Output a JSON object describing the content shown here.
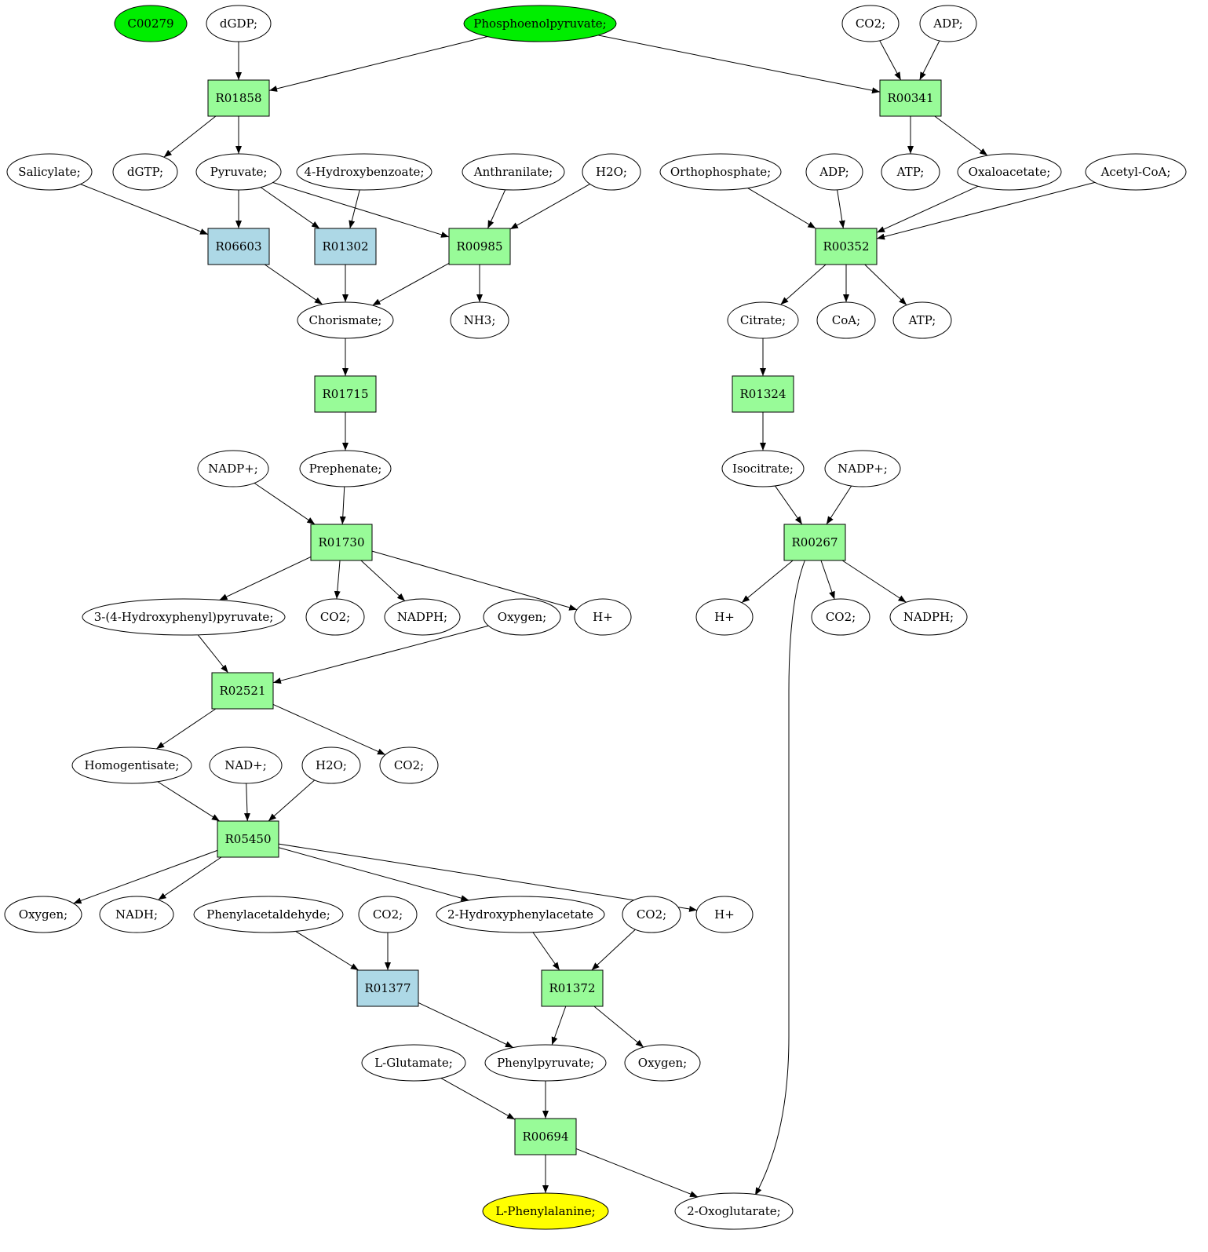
{
  "colors": {
    "compound": "#ffffff",
    "start": "#00ee00",
    "target": "#ffff00",
    "reaction_known": "#98fb98",
    "reaction_alt": "#add8e6",
    "stroke": "#000000"
  },
  "nodes": {
    "C00279": {
      "label": "C00279",
      "shape": "ellipse",
      "style": "start"
    },
    "dGDP": {
      "label": "dGDP;",
      "shape": "ellipse",
      "style": "compound"
    },
    "PEP": {
      "label": "Phosphoenolpyruvate;",
      "shape": "ellipse",
      "style": "start"
    },
    "CO2_top": {
      "label": "CO2;",
      "shape": "ellipse",
      "style": "compound"
    },
    "ADP_top": {
      "label": "ADP;",
      "shape": "ellipse",
      "style": "compound"
    },
    "R01858": {
      "label": "R01858",
      "shape": "rect",
      "style": "reaction_known"
    },
    "R00341": {
      "label": "R00341",
      "shape": "rect",
      "style": "reaction_known"
    },
    "Salicylate": {
      "label": "Salicylate;",
      "shape": "ellipse",
      "style": "compound"
    },
    "dGTP": {
      "label": "dGTP;",
      "shape": "ellipse",
      "style": "compound"
    },
    "Pyruvate": {
      "label": "Pyruvate;",
      "shape": "ellipse",
      "style": "compound"
    },
    "HB4": {
      "label": "4-Hydroxybenzoate;",
      "shape": "ellipse",
      "style": "compound"
    },
    "Anthranilate": {
      "label": "Anthranilate;",
      "shape": "ellipse",
      "style": "compound"
    },
    "H2O_1": {
      "label": "H2O;",
      "shape": "ellipse",
      "style": "compound"
    },
    "Orthophosphate": {
      "label": "Orthophosphate;",
      "shape": "ellipse",
      "style": "compound"
    },
    "ADP_2": {
      "label": "ADP;",
      "shape": "ellipse",
      "style": "compound"
    },
    "ATP_1": {
      "label": "ATP;",
      "shape": "ellipse",
      "style": "compound"
    },
    "Oxaloacetate": {
      "label": "Oxaloacetate;",
      "shape": "ellipse",
      "style": "compound"
    },
    "AcetylCoA": {
      "label": "Acetyl-CoA;",
      "shape": "ellipse",
      "style": "compound"
    },
    "R06603": {
      "label": "R06603",
      "shape": "rect",
      "style": "reaction_alt"
    },
    "R01302": {
      "label": "R01302",
      "shape": "rect",
      "style": "reaction_alt"
    },
    "R00985": {
      "label": "R00985",
      "shape": "rect",
      "style": "reaction_known"
    },
    "R00352": {
      "label": "R00352",
      "shape": "rect",
      "style": "reaction_known"
    },
    "Chorismate": {
      "label": "Chorismate;",
      "shape": "ellipse",
      "style": "compound"
    },
    "NH3": {
      "label": "NH3;",
      "shape": "ellipse",
      "style": "compound"
    },
    "Citrate": {
      "label": "Citrate;",
      "shape": "ellipse",
      "style": "compound"
    },
    "CoA": {
      "label": "CoA;",
      "shape": "ellipse",
      "style": "compound"
    },
    "ATP_2": {
      "label": "ATP;",
      "shape": "ellipse",
      "style": "compound"
    },
    "R01715": {
      "label": "R01715",
      "shape": "rect",
      "style": "reaction_known"
    },
    "R01324": {
      "label": "R01324",
      "shape": "rect",
      "style": "reaction_known"
    },
    "NADPp_1": {
      "label": "NADP+;",
      "shape": "ellipse",
      "style": "compound"
    },
    "Prephenate": {
      "label": "Prephenate;",
      "shape": "ellipse",
      "style": "compound"
    },
    "Isocitrate": {
      "label": "Isocitrate;",
      "shape": "ellipse",
      "style": "compound"
    },
    "NADPp_2": {
      "label": "NADP+;",
      "shape": "ellipse",
      "style": "compound"
    },
    "R01730": {
      "label": "R01730",
      "shape": "rect",
      "style": "reaction_known"
    },
    "R00267": {
      "label": "R00267",
      "shape": "rect",
      "style": "reaction_known"
    },
    "HPP": {
      "label": "3-(4-Hydroxyphenyl)pyruvate;",
      "shape": "ellipse",
      "style": "compound"
    },
    "CO2_2": {
      "label": "CO2;",
      "shape": "ellipse",
      "style": "compound"
    },
    "NADPH_1": {
      "label": "NADPH;",
      "shape": "ellipse",
      "style": "compound"
    },
    "Oxygen_1": {
      "label": "Oxygen;",
      "shape": "ellipse",
      "style": "compound"
    },
    "Hp_1": {
      "label": "H+",
      "shape": "ellipse",
      "style": "compound"
    },
    "Hp_2": {
      "label": "H+",
      "shape": "ellipse",
      "style": "compound"
    },
    "CO2_3": {
      "label": "CO2;",
      "shape": "ellipse",
      "style": "compound"
    },
    "NADPH_2": {
      "label": "NADPH;",
      "shape": "ellipse",
      "style": "compound"
    },
    "R02521": {
      "label": "R02521",
      "shape": "rect",
      "style": "reaction_known"
    },
    "Homogentisate": {
      "label": "Homogentisate;",
      "shape": "ellipse",
      "style": "compound"
    },
    "NADp": {
      "label": "NAD+;",
      "shape": "ellipse",
      "style": "compound"
    },
    "H2O_2": {
      "label": "H2O;",
      "shape": "ellipse",
      "style": "compound"
    },
    "CO2_4": {
      "label": "CO2;",
      "shape": "ellipse",
      "style": "compound"
    },
    "R05450": {
      "label": "R05450",
      "shape": "rect",
      "style": "reaction_known"
    },
    "Oxygen_2": {
      "label": "Oxygen;",
      "shape": "ellipse",
      "style": "compound"
    },
    "NADH": {
      "label": "NADH;",
      "shape": "ellipse",
      "style": "compound"
    },
    "Phenylacetaldehyde": {
      "label": "Phenylacetaldehyde;",
      "shape": "ellipse",
      "style": "compound"
    },
    "CO2_5": {
      "label": "CO2;",
      "shape": "ellipse",
      "style": "compound"
    },
    "HPA2": {
      "label": "2-Hydroxyphenylacetate",
      "shape": "ellipse",
      "style": "compound"
    },
    "CO2_6": {
      "label": "CO2;",
      "shape": "ellipse",
      "style": "compound"
    },
    "Hp_3": {
      "label": "H+",
      "shape": "ellipse",
      "style": "compound"
    },
    "R01377": {
      "label": "R01377",
      "shape": "rect",
      "style": "reaction_alt"
    },
    "R01372": {
      "label": "R01372",
      "shape": "rect",
      "style": "reaction_known"
    },
    "LGlutamate": {
      "label": "L-Glutamate;",
      "shape": "ellipse",
      "style": "compound"
    },
    "Phenylpyruvate": {
      "label": "Phenylpyruvate;",
      "shape": "ellipse",
      "style": "compound"
    },
    "Oxygen_3": {
      "label": "Oxygen;",
      "shape": "ellipse",
      "style": "compound"
    },
    "R00694": {
      "label": "R00694",
      "shape": "rect",
      "style": "reaction_known"
    },
    "LPhe": {
      "label": "L-Phenylalanine;",
      "shape": "ellipse",
      "style": "target"
    },
    "Oxoglutarate": {
      "label": "2-Oxoglutarate;",
      "shape": "ellipse",
      "style": "compound"
    }
  },
  "edges": [
    [
      "dGDP",
      "R01858"
    ],
    [
      "PEP",
      "R01858"
    ],
    [
      "PEP",
      "R00341"
    ],
    [
      "CO2_top",
      "R00341"
    ],
    [
      "ADP_top",
      "R00341"
    ],
    [
      "R01858",
      "dGTP"
    ],
    [
      "R01858",
      "Pyruvate"
    ],
    [
      "R00341",
      "ATP_1"
    ],
    [
      "R00341",
      "Oxaloacetate"
    ],
    [
      "Salicylate",
      "R06603"
    ],
    [
      "Pyruvate",
      "R06603"
    ],
    [
      "Pyruvate",
      "R01302"
    ],
    [
      "Pyruvate",
      "R00985"
    ],
    [
      "HB4",
      "R01302"
    ],
    [
      "Anthranilate",
      "R00985"
    ],
    [
      "H2O_1",
      "R00985"
    ],
    [
      "Orthophosphate",
      "R00352"
    ],
    [
      "ADP_2",
      "R00352"
    ],
    [
      "Oxaloacetate",
      "R00352"
    ],
    [
      "AcetylCoA",
      "R00352"
    ],
    [
      "R06603",
      "Chorismate"
    ],
    [
      "R01302",
      "Chorismate"
    ],
    [
      "R00985",
      "Chorismate"
    ],
    [
      "R00985",
      "NH3"
    ],
    [
      "R00352",
      "Citrate"
    ],
    [
      "R00352",
      "CoA"
    ],
    [
      "R00352",
      "ATP_2"
    ],
    [
      "Chorismate",
      "R01715"
    ],
    [
      "Citrate",
      "R01324"
    ],
    [
      "R01715",
      "Prephenate"
    ],
    [
      "R01324",
      "Isocitrate"
    ],
    [
      "NADPp_1",
      "R01730"
    ],
    [
      "Prephenate",
      "R01730"
    ],
    [
      "Isocitrate",
      "R00267"
    ],
    [
      "NADPp_2",
      "R00267"
    ],
    [
      "R01730",
      "HPP"
    ],
    [
      "R01730",
      "CO2_2"
    ],
    [
      "R01730",
      "NADPH_1"
    ],
    [
      "R01730",
      "Hp_1"
    ],
    [
      "R00267",
      "Hp_2"
    ],
    [
      "R00267",
      "CO2_3"
    ],
    [
      "R00267",
      "NADPH_2"
    ],
    [
      "R00267",
      "Oxoglutarate"
    ],
    [
      "HPP",
      "R02521"
    ],
    [
      "Oxygen_1",
      "R02521"
    ],
    [
      "R02521",
      "Homogentisate"
    ],
    [
      "R02521",
      "CO2_4"
    ],
    [
      "Homogentisate",
      "R05450"
    ],
    [
      "NADp",
      "R05450"
    ],
    [
      "H2O_2",
      "R05450"
    ],
    [
      "R05450",
      "Oxygen_2"
    ],
    [
      "R05450",
      "NADH"
    ],
    [
      "R05450",
      "HPA2"
    ],
    [
      "R05450",
      "Hp_3"
    ],
    [
      "Phenylacetaldehyde",
      "R01377"
    ],
    [
      "CO2_5",
      "R01377"
    ],
    [
      "HPA2",
      "R01372"
    ],
    [
      "CO2_6",
      "R01372"
    ],
    [
      "R01377",
      "Phenylpyruvate"
    ],
    [
      "R01372",
      "Phenylpyruvate"
    ],
    [
      "R01372",
      "Oxygen_3"
    ],
    [
      "LGlutamate",
      "R00694"
    ],
    [
      "Phenylpyruvate",
      "R00694"
    ],
    [
      "R00694",
      "LPhe"
    ],
    [
      "R00694",
      "Oxoglutarate"
    ]
  ]
}
